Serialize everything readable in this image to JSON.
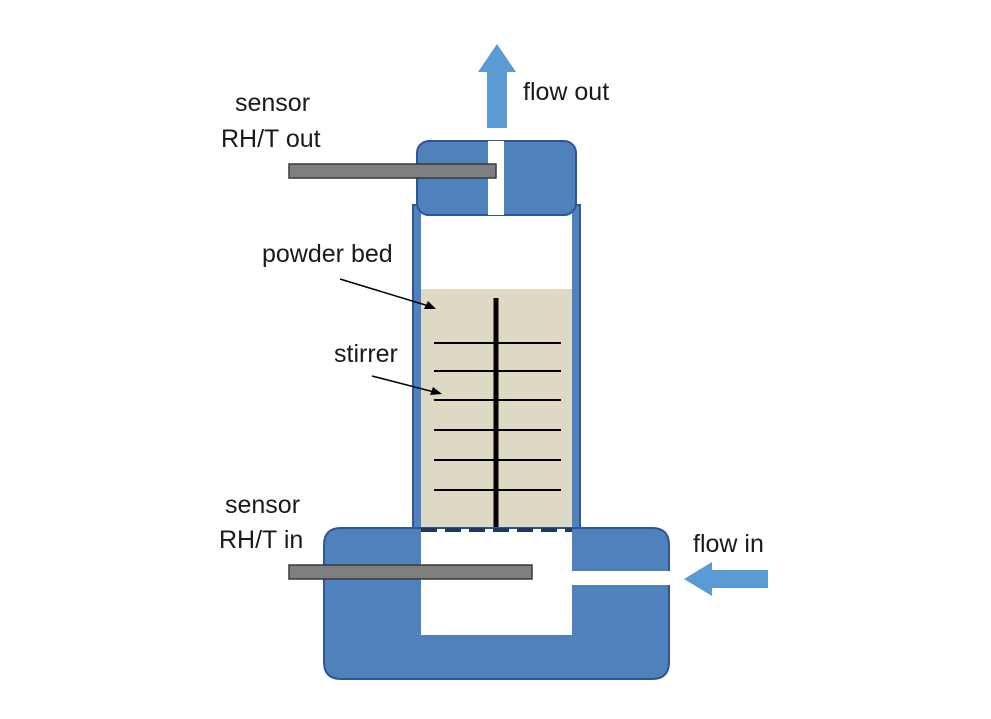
{
  "labels": {
    "sensor_out_line1": "sensor",
    "sensor_out_line2": "RH/T out",
    "flow_out": "flow out",
    "powder_bed": "powder bed",
    "stirrer": "stirrer",
    "sensor_in_line1": "sensor",
    "sensor_in_line2": "RH/T in",
    "flow_in": "flow in"
  },
  "colors": {
    "vessel_blue": "#4f81bd",
    "vessel_edge": "#2f5597",
    "arrow_blue": "#5b9bd5",
    "powder": "#ddd9c4",
    "sensor_rod": "#7f7f7f",
    "stirrer": "#000000"
  }
}
